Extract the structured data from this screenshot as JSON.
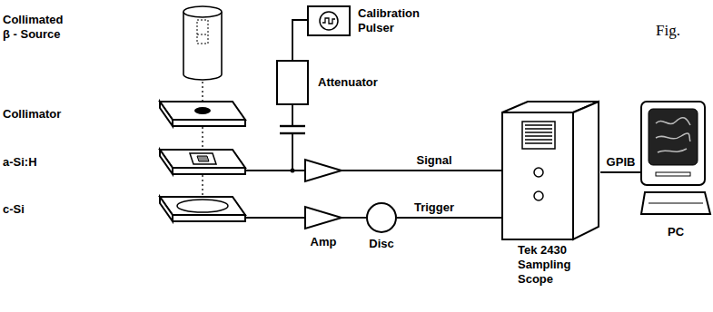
{
  "diagram": {
    "nodes": [
      {
        "text": [
          "Collimated β - Source"
        ]
      },
      {
        "text": [
          "Collimator"
        ]
      },
      {
        "text": [
          "a-Si:H"
        ]
      },
      {
        "text": [
          "c-Si"
        ]
      },
      {
        "text": [
          "Calibration Pulser"
        ]
      },
      {
        "text": [
          "Attenuator"
        ]
      },
      {
        "text": [
          "Amp"
        ]
      },
      {
        "text": [
          "Disc"
        ]
      },
      {
        "text": [
          "Tek 2430 Sampling Scope"
        ]
      },
      {
        "text": [
          "PC"
        ]
      }
    ],
    "edges": [
      {
        "from": 0,
        "to": 1,
        "arrow": "none"
      },
      {
        "from": 1,
        "to": 2,
        "arrow": "none"
      },
      {
        "from": 2,
        "to": 3,
        "arrow": "none"
      },
      {
        "from": 4,
        "to": 5,
        "arrow": "none"
      },
      {
        "from": 2,
        "to": 8,
        "label": "Signal",
        "arrow": "none"
      },
      {
        "from": 3,
        "to": 6,
        "arrow": "none"
      },
      {
        "from": 6,
        "to": 7,
        "arrow": "none"
      },
      {
        "from": 7,
        "to": 8,
        "label": "Trigger",
        "arrow": "none"
      },
      {
        "from": 8,
        "to": 9,
        "label": "GPIB",
        "arrow": "none"
      }
    ],
    "labels": [
      "Fig."
    ]
  }
}
